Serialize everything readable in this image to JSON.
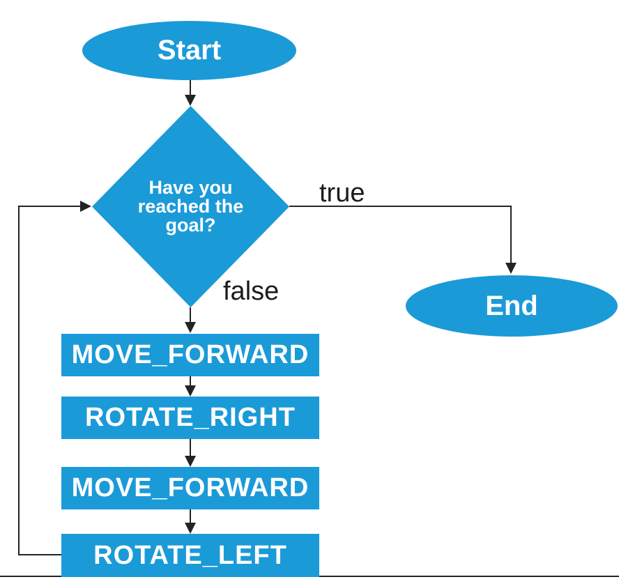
{
  "diagram": {
    "title": "robot navigation flowchart",
    "background_color": "#ffffff",
    "node_fill_color": "#1b9ad8",
    "node_text_color": "#ffffff",
    "line_color": "#232323",
    "nodes": {
      "start": {
        "label": "Start",
        "shape": "terminator"
      },
      "decision": {
        "label": "Have you reached the goal?",
        "shape": "decision"
      },
      "end": {
        "label": "End",
        "shape": "terminator"
      },
      "step1": {
        "label": "MOVE_FORWARD",
        "shape": "process"
      },
      "step2": {
        "label": "ROTATE_RIGHT",
        "shape": "process"
      },
      "step3": {
        "label": "MOVE_FORWARD",
        "shape": "process"
      },
      "step4": {
        "label": "ROTATE_LEFT",
        "shape": "process"
      }
    },
    "edge_labels": {
      "true_branch": "true",
      "false_branch": "false"
    }
  }
}
